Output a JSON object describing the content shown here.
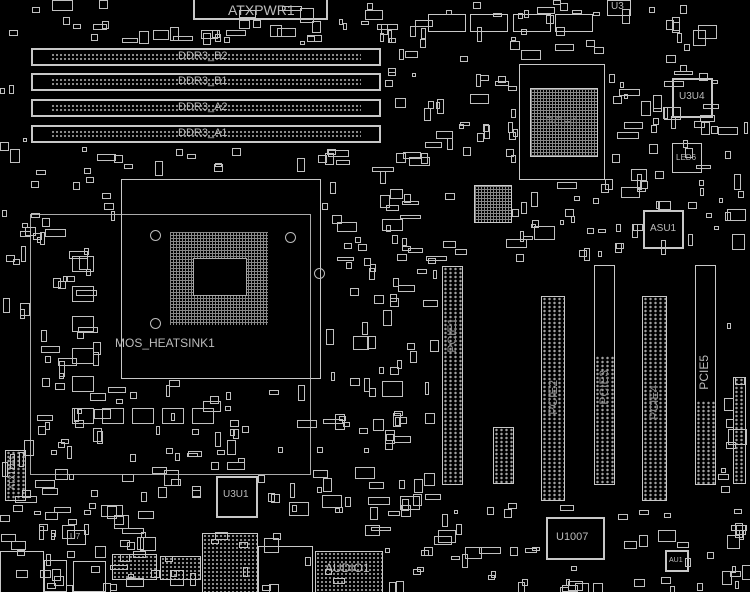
{
  "board": {
    "connectors": {
      "atx_power": "ATXPWR1",
      "atx12v": "ATX12V1",
      "audio": "AUDIO1"
    },
    "memory_slots": [
      {
        "label": "DDR3_B2"
      },
      {
        "label": "DDR3_B1"
      },
      {
        "label": "DDR3_A2"
      },
      {
        "label": "DDR3_A1"
      }
    ],
    "chips": {
      "pch": "PCH1",
      "u3u4": "U3U4",
      "asu1": "ASU1",
      "u3u1": "U3U1",
      "u1007": "U1007",
      "u3": "U3",
      "u7": "U7",
      "led6": "LED6",
      "au1": "AU1"
    },
    "heatsink": "MOS_HEATSINK1",
    "pcie_slots": [
      {
        "label": "PCIE1"
      },
      {
        "label": "PCIE2"
      },
      {
        "label": "PCIE3"
      },
      {
        "label": "PCIE4"
      },
      {
        "label": "PCIE5"
      }
    ]
  }
}
